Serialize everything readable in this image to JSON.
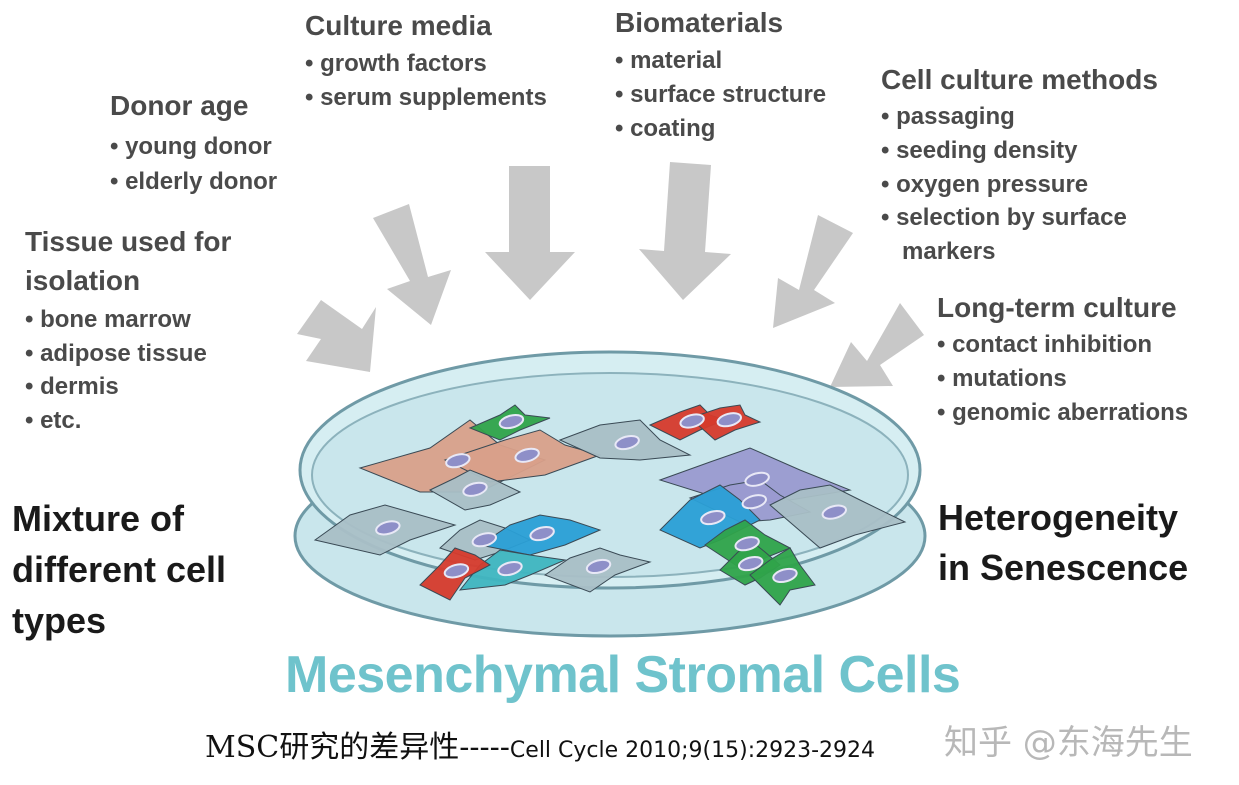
{
  "groups": {
    "donor_age": {
      "title": "Donor age",
      "items": [
        "• young donor",
        "• elderly donor"
      ]
    },
    "culture_media": {
      "title": "Culture media",
      "items": [
        "• growth factors",
        "• serum supplements"
      ]
    },
    "biomaterials": {
      "title": "Biomaterials",
      "items": [
        "• material",
        "• surface structure",
        "• coating"
      ]
    },
    "cell_culture_methods": {
      "title": "Cell culture methods",
      "items": [
        "• passaging",
        "• seeding density",
        "• oxygen pressure",
        "• selection by surface",
        "markers"
      ]
    },
    "tissue": {
      "title_line1": "Tissue used for",
      "title_line2": "isolation",
      "items": [
        "• bone marrow",
        "• adipose tissue",
        "• dermis",
        "• etc."
      ]
    },
    "long_term": {
      "title": "Long-term culture",
      "items": [
        "• contact inhibition",
        "• mutations",
        "• genomic aberrations"
      ]
    }
  },
  "left_label": [
    "Mixture of",
    "different cell",
    "types"
  ],
  "right_label": [
    "Heterogeneity",
    "in Senescence"
  ],
  "dish_label": "Mesenchymal Stromal Cells",
  "caption": {
    "main": "MSC研究的差异性-----",
    "citation": "Cell Cycle 2010;9(15):2923-2924"
  },
  "watermark": "知乎 @东海先生",
  "colors": {
    "arrow": "#c8c8c8",
    "dish_fill": "#c9e6ec",
    "dish_stroke": "#6f9aa6",
    "label_teal": "#6fc3cc",
    "cell_tan": "#d9a08a",
    "cell_gray": "#a9bfc6",
    "cell_blue": "#2a9fd6",
    "cell_teal": "#3fb5c0",
    "cell_green": "#2fa34a",
    "cell_red": "#d63a2c",
    "cell_lavender": "#9a9ad0",
    "nucleus": "#8e8fc8"
  }
}
